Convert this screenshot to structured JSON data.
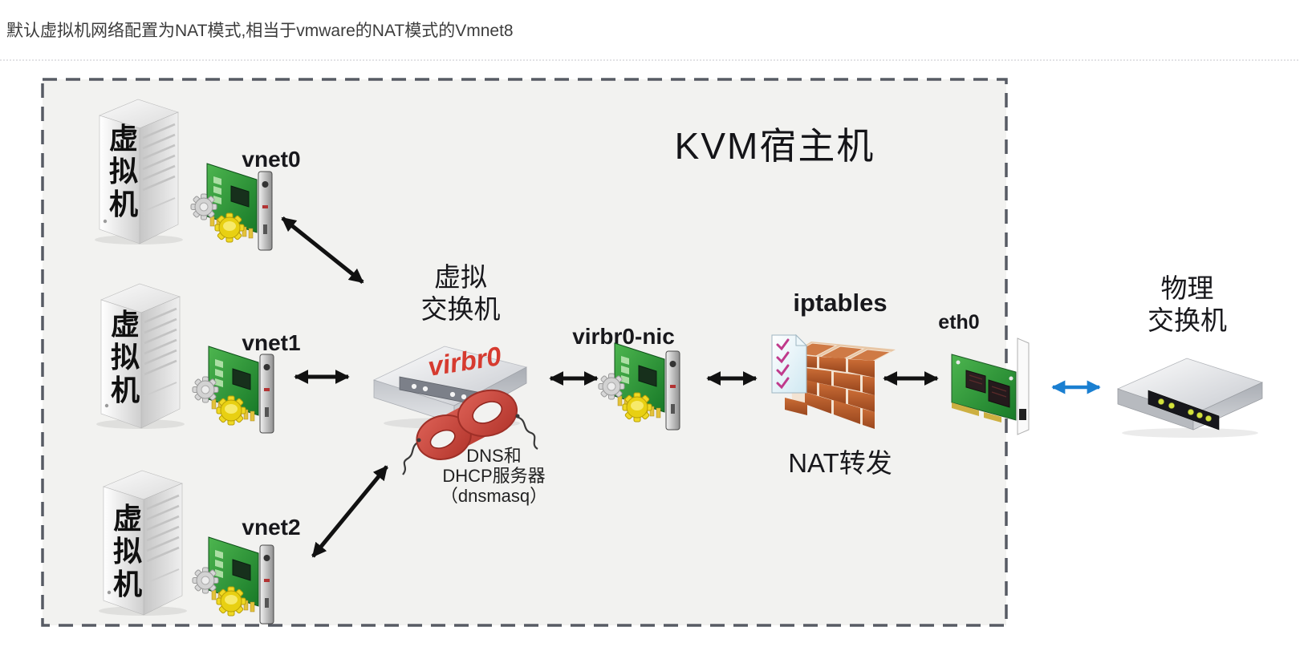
{
  "header": {
    "title": "默认虚拟机网络配置为NAT模式,相当于vmware的NAT模式的Vmnet8"
  },
  "host": {
    "title": "KVM宿主机"
  },
  "vms": [
    {
      "name": "虚拟机",
      "nic_label": "vnet0"
    },
    {
      "name": "虚拟机",
      "nic_label": "vnet1"
    },
    {
      "name": "虚拟机",
      "nic_label": "vnet2"
    }
  ],
  "virtual_switch": {
    "caption_line1": "虚拟",
    "caption_line2": "交换机",
    "bridge_label": "virbr0"
  },
  "dnsmasq_service": {
    "line1": "DNS和",
    "line2": "DHCP服务器",
    "line3": "（dnsmasq）"
  },
  "bridge_nic": {
    "label": "virbr0-nic"
  },
  "firewall": {
    "label": "iptables",
    "caption": "NAT转发"
  },
  "host_nic": {
    "label": "eth0"
  },
  "physical_switch": {
    "line1": "物理",
    "line2": "交换机"
  },
  "colors": {
    "bridge_label_red": "#d63a2f",
    "host_box_fill": "#f2f2f0",
    "host_box_border": "#575b64",
    "arrow_black": "#111111",
    "arrow_blue": "#1a7fd1"
  }
}
